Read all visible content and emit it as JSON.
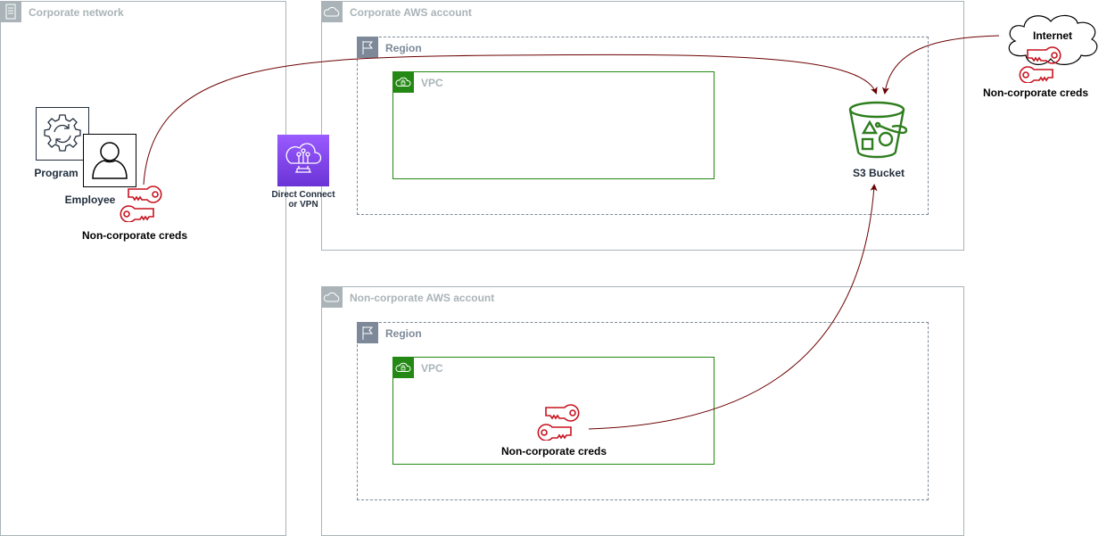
{
  "groups": {
    "corporate_network": {
      "label": "Corporate network",
      "icon": "server-icon"
    },
    "corporate_aws_account": {
      "label": "Corporate AWS account",
      "icon": "cloud-icon",
      "region": {
        "label": "Region",
        "icon": "flag-icon"
      },
      "vpc": {
        "label": "VPC",
        "icon": "vpc-cloud-lock-icon"
      }
    },
    "noncorporate_aws_account": {
      "label": "Non-corporate AWS account",
      "icon": "cloud-icon",
      "region": {
        "label": "Region",
        "icon": "flag-icon"
      },
      "vpc": {
        "label": "VPC",
        "icon": "vpc-cloud-lock-icon"
      }
    }
  },
  "nodes": {
    "program": {
      "label": "Program",
      "icon": "gear-sync-icon"
    },
    "employee": {
      "label": "Employee",
      "icon": "user-icon"
    },
    "employee_creds": {
      "label": "Non-corporate creds",
      "icon": "keys-icon"
    },
    "direct_connect": {
      "label_line1": "Direct Connect",
      "label_line2": "or VPN",
      "icon": "direct-connect-icon"
    },
    "s3_bucket": {
      "label": "S3 Bucket",
      "icon": "s3-bucket-icon"
    },
    "internet": {
      "label": "Internet",
      "icon": "internet-cloud-icon"
    },
    "internet_creds": {
      "label": "Non-corporate creds",
      "icon": "keys-icon"
    },
    "vpc_creds": {
      "label": "Non-corporate creds",
      "icon": "keys-icon"
    }
  },
  "colors": {
    "group_border": "#aab4b8",
    "region_border": "#7d8998",
    "vpc_green": "#248814",
    "key_red": "#c7131f",
    "arrow": "#6b0000",
    "direct_connect_purple": "#8c4fff",
    "s3_green": "#2e7d1e"
  }
}
